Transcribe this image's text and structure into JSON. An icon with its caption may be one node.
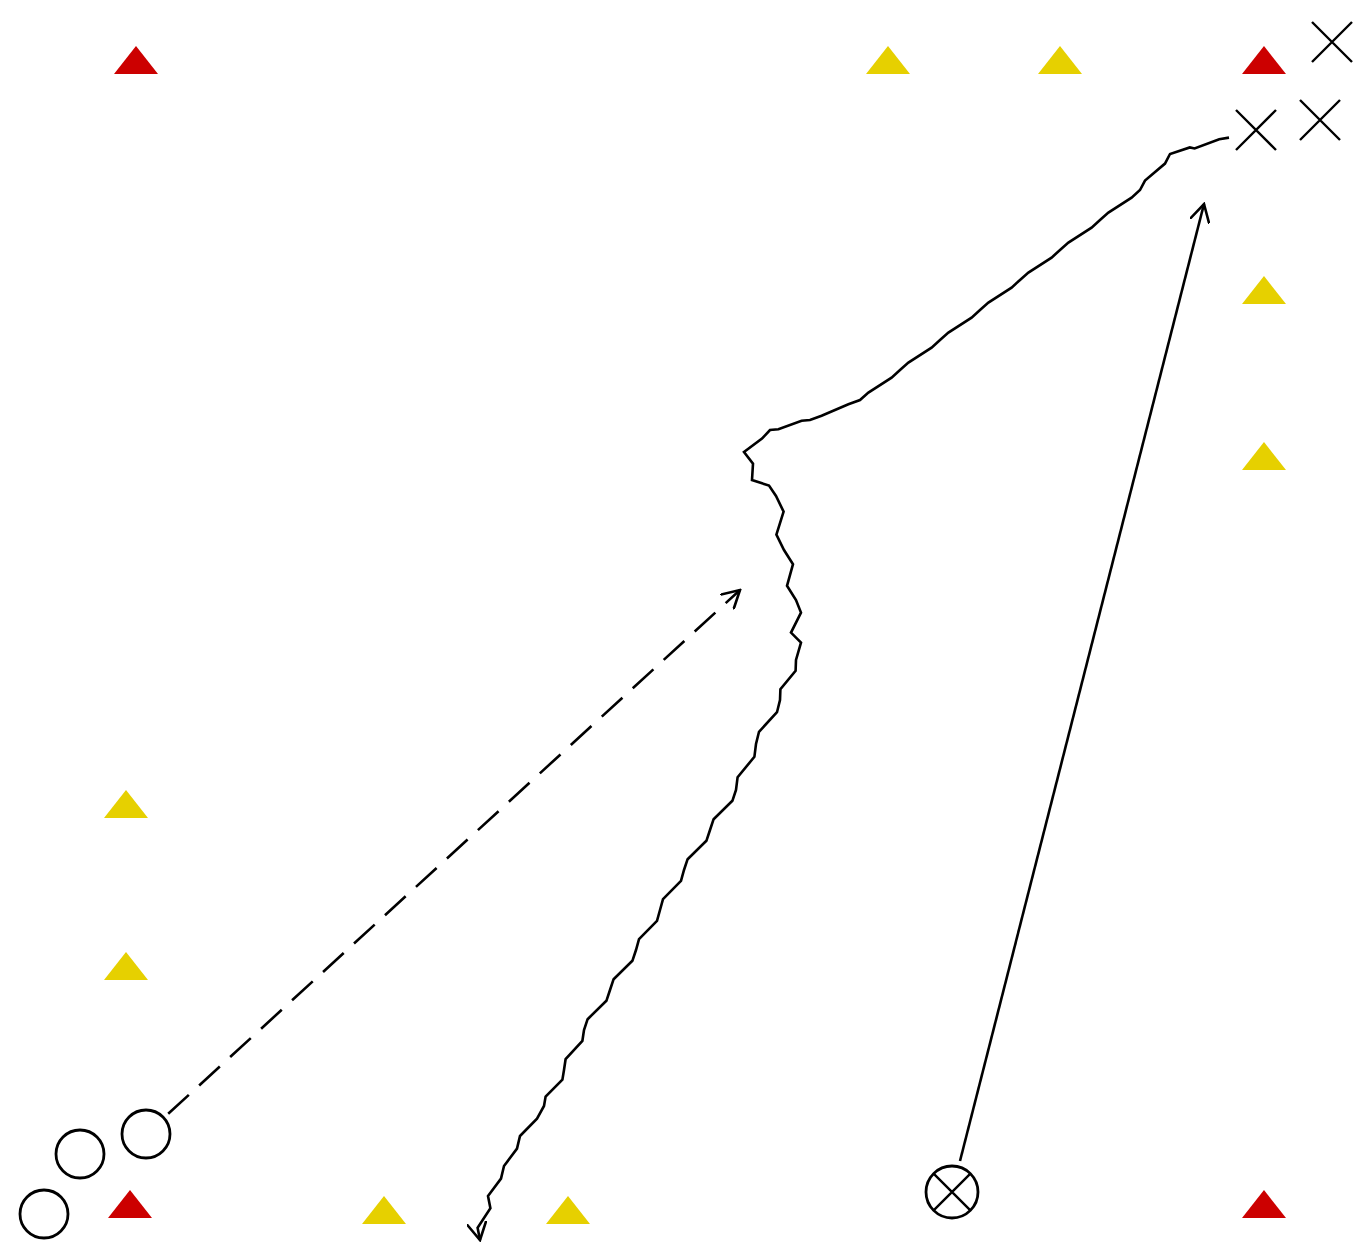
{
  "diagram": {
    "nodes": [
      {
        "text": [],
        "shape": "cross"
      },
      {
        "text": [],
        "shape": "cross"
      },
      {
        "text": [],
        "shape": "cross"
      },
      {
        "text": [],
        "shape": "circle"
      },
      {
        "text": [],
        "shape": "circle"
      },
      {
        "text": [],
        "shape": "circle"
      },
      {
        "text": [],
        "shape": "circle"
      }
    ],
    "edges": [
      {
        "from": 3,
        "to": null,
        "arrow": "to",
        "style": "dashed"
      },
      {
        "from": 1,
        "to": null,
        "arrow": "to"
      },
      {
        "from": 6,
        "to": null,
        "arrow": "to"
      }
    ]
  }
}
